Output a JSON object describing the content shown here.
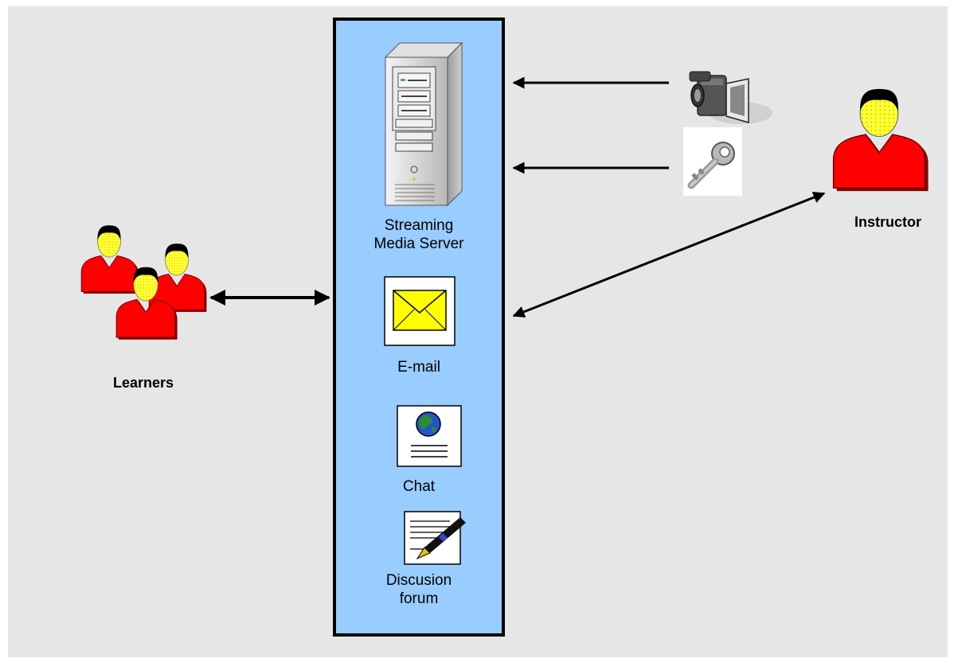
{
  "labels": {
    "server_line1": "Streaming",
    "server_line2": "Media Server",
    "email": "E-mail",
    "chat": "Chat",
    "forum_line1": "Discusion",
    "forum_line2": "forum",
    "learners": "Learners",
    "instructor": "Instructor"
  },
  "icons": {
    "server": "server-tower-icon",
    "email": "envelope-icon",
    "chat": "globe-document-icon",
    "forum": "pen-document-icon",
    "camera": "video-camera-icon",
    "key": "key-icon",
    "learners": "group-of-people-icon",
    "instructor": "person-icon"
  },
  "colors": {
    "panel": "#99ccff",
    "background": "#e6e6e6",
    "person_body": "#ff0000",
    "person_face": "#ffff33",
    "envelope": "#ffff00"
  }
}
